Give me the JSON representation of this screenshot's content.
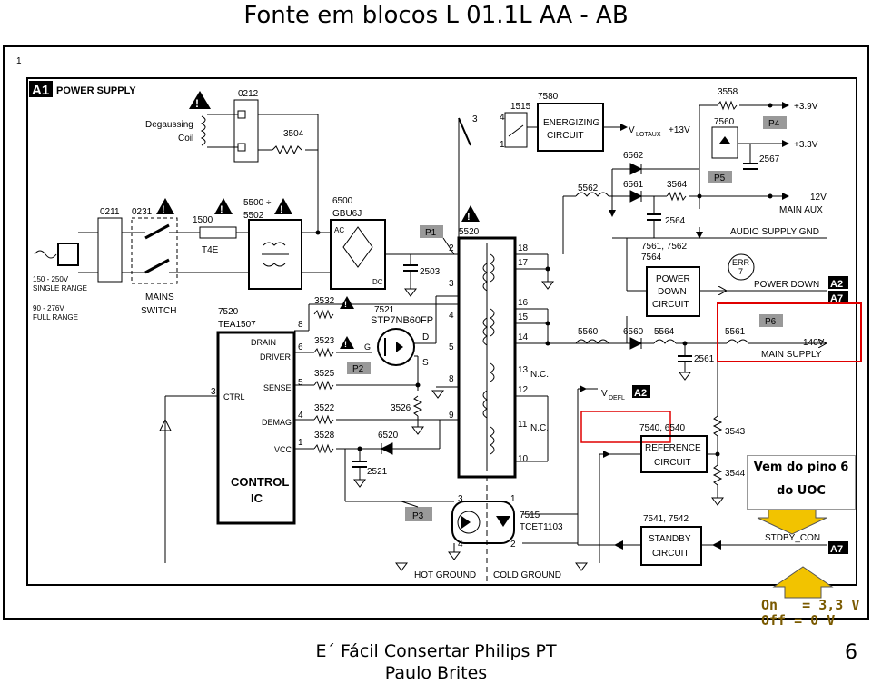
{
  "title": "Fonte em blocos L 01.1L AA - AB",
  "page_corner_number": "1",
  "header": {
    "label": "A1",
    "name": "POWER SUPPLY"
  },
  "labels": {
    "degaussing": "Degaussing",
    "coil": "Coil",
    "c0212": "0212",
    "c3504": "3504",
    "c0211": "0211",
    "c0231": "0231",
    "c1500": "1500",
    "t4e": "T4E",
    "c5500": "5500 ÷",
    "c5502": "5502",
    "c6500": "6500",
    "gbu6j": "GBU6J",
    "ac": "AC",
    "dc": "DC",
    "p1": "P1",
    "c5520": "5520",
    "c2503": "2503",
    "range1": "150 - 250V",
    "range1b": "SINGLE RANGE",
    "range2": "90 - 276V",
    "range2b": "FULL RANGE",
    "mains": "MAINS",
    "switch": "SWITCH",
    "c7520": "7520",
    "tea": "TEA1507",
    "c3532": "3532",
    "c7521": "7521",
    "stp": "STP7NB60FP",
    "c3523": "3523",
    "g": "G",
    "d": "D",
    "s": "S",
    "p2": "P2",
    "c3525": "3525",
    "c3526": "3526",
    "c3522": "3522",
    "c3528": "3528",
    "c6520": "6520",
    "c2521": "2521",
    "drain": "DRAIN",
    "driver": "DRIVER",
    "sense": "SENSE",
    "ctrl": "CTRL",
    "demag": "DEMAG",
    "vcc": "VCC",
    "control": "CONTROL",
    "ic": "IC",
    "p3": "P3",
    "c7515": "7515",
    "tcet": "TCET1103",
    "c1515": "1515",
    "c7580": "7580",
    "energizing1": "ENERGIZING",
    "energizing2": "CIRCUIT",
    "vlotaux": "V",
    "vlotaux_sub": "LOTAUX",
    "plus13": "+13V",
    "c3558": "3558",
    "v39": "+3.9V",
    "c7560": "7560",
    "p4": "P4",
    "v33": "+3.3V",
    "c2567": "2567",
    "c6562": "6562",
    "c5562": "5562",
    "c6561": "6561",
    "c3564": "3564",
    "p5": "P5",
    "v12": "12V",
    "mainaux": "MAIN AUX",
    "c2564": "2564",
    "audio": "AUDIO SUPPLY GND",
    "c7561": "7561, 7562",
    "c7564": "7564",
    "err": "ERR",
    "err7": "7",
    "powerdown1": "POWER",
    "powerdown2": "DOWN",
    "powerdown3": "CIRCUIT",
    "powerdownsig": "POWER DOWN",
    "a2": "A2",
    "a7": "A7",
    "c5560": "5560",
    "c6560": "6560",
    "c5564": "5564",
    "c2561": "2561",
    "c5561": "5561",
    "p6": "P6",
    "v140": "140V",
    "mainsupply": "MAIN SUPPLY",
    "vdefl": "V",
    "vdefl_sub": "DEFL",
    "c7540": "7540, 6540",
    "c3543": "3543",
    "c3544": "3544",
    "reference1": "REFERENCE",
    "reference2": "CIRCUIT",
    "c7541": "7541, 7542",
    "standby1": "STANDBY",
    "standby2": "CIRCUIT",
    "stdby": "STDBY_CON",
    "nc1": "N.C.",
    "nc2": "N.C.",
    "hotground": "HOT GROUND",
    "coldground": "COLD GROUND",
    "pin18": "18",
    "pin17": "17",
    "pin16": "16",
    "pin15": "15",
    "pin14": "14",
    "pin13": "13",
    "pin12": "12",
    "pin11": "11",
    "pin10": "10",
    "pin1": "1",
    "pin2": "2",
    "pin3": "3",
    "pin4": "4",
    "pin5": "5",
    "pin8": "8",
    "pin9": "9",
    "ic3": "3",
    "ic4": "4",
    "ic5": "5",
    "ic6": "6",
    "ic8": "8",
    "ic1": "1",
    "rl3": "3",
    "rl4": "4",
    "rl1": "1",
    "rl2": "2",
    "opto3": "3",
    "opto4": "4",
    "opto1": "1",
    "opto2": "2",
    "t1": "1",
    "t2": "2",
    "t3": "3",
    "t4": "4"
  },
  "callout": {
    "line1": "Vem do pino 6",
    "line2": "do UOC"
  },
  "onoff": {
    "on": "On   = 3,3 V",
    "off": "Off = 0 V"
  },
  "footer": {
    "line1": "E´ Fácil Consertar Philips PT",
    "line2": "Paulo Brites"
  },
  "page_number": "6",
  "colors": {
    "highlight_red": "#e00000",
    "arrow_yellow": "#f2c300"
  }
}
